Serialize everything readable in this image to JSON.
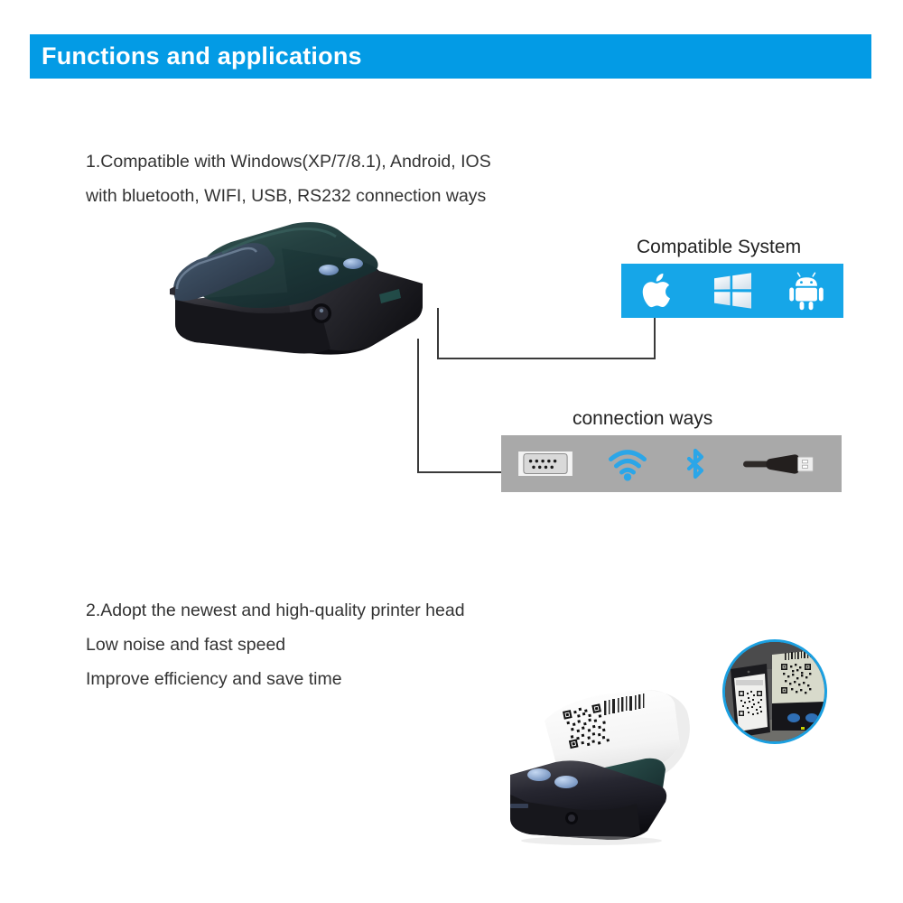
{
  "header": {
    "title": "Functions and applications",
    "background_color": "#039BE5",
    "text_color": "#FFFFFF"
  },
  "features": [
    {
      "id": "compatibility",
      "lines": [
        "1.Compatible with Windows(XP/7/8.1), Android, IOS",
        "with bluetooth, WIFI, USB, RS232 connection ways"
      ]
    },
    {
      "id": "print-head",
      "lines": [
        "2.Adopt the newest and high-quality printer head",
        "Low noise and fast speed",
        "Improve efficiency and save time"
      ]
    }
  ],
  "compatible_system": {
    "label": "Compatible System",
    "bar_color": "#16A6E8",
    "icons": [
      {
        "name": "apple-icon",
        "label": "Apple IOS"
      },
      {
        "name": "windows-icon",
        "label": "Windows"
      },
      {
        "name": "android-icon",
        "label": "Android"
      }
    ]
  },
  "connection_ways": {
    "label": "connection ways",
    "bar_color": "#A9A9A9",
    "accent_color": "#2BA6E8",
    "icons": [
      {
        "name": "rs232-port-icon",
        "label": "RS232"
      },
      {
        "name": "wifi-icon",
        "label": "WIFI"
      },
      {
        "name": "bluetooth-icon",
        "label": "Bluetooth"
      },
      {
        "name": "usb-cable-icon",
        "label": "USB"
      }
    ]
  },
  "product_photos": [
    {
      "name": "thermal-printer-top",
      "caption": "Black thermal label printer with dark teal translucent cover and two blue buttons"
    },
    {
      "name": "thermal-printer-printing",
      "caption": "Printer dispensing a receipt with QR code and barcode"
    },
    {
      "name": "qr-scan-inset",
      "caption": "Circular inset photo: smartphone scanning printed QR label",
      "border_color": "#1BA0E1"
    }
  ]
}
